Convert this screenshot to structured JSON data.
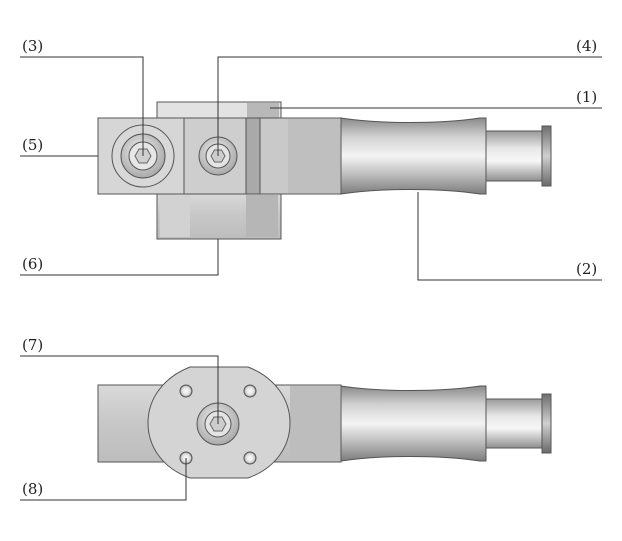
{
  "labels": {
    "l1": "(1)",
    "l2": "(2)",
    "l3": "(3)",
    "l4": "(4)",
    "l5": "(5)",
    "l6": "(6)",
    "l7": "(7)",
    "l8": "(8)"
  }
}
